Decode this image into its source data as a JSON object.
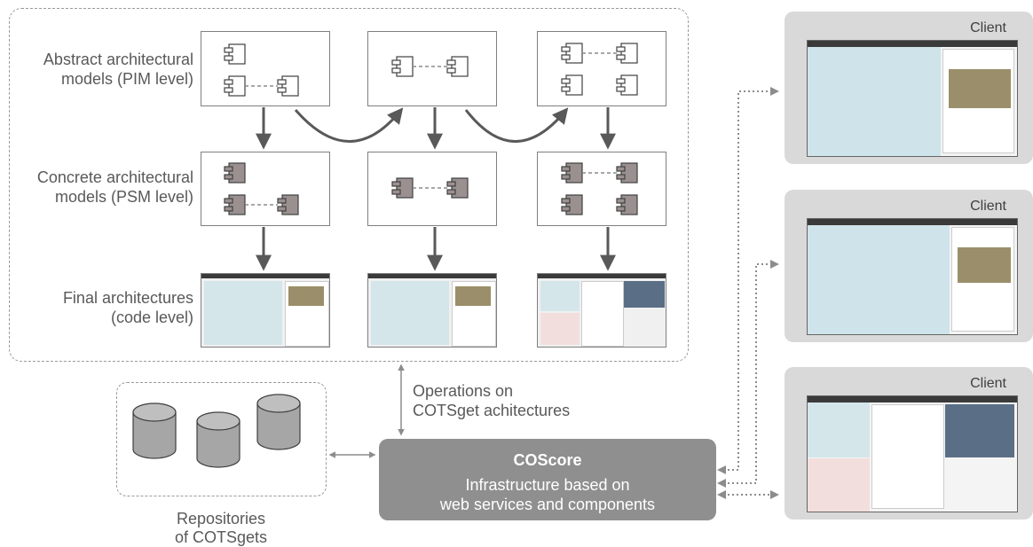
{
  "rows": {
    "abstract": [
      "Abstract architectural",
      "models (PIM level)"
    ],
    "concrete": [
      "Concrete architectural",
      "models (PSM level)"
    ],
    "final": [
      "Final architectures",
      "(code level)"
    ]
  },
  "operations": [
    "Operations on",
    "COTSget achitectures"
  ],
  "coscore": {
    "title": "COScore",
    "line1": "Infrastructure based on",
    "line2": "web services and components"
  },
  "repositories": [
    "Repositories",
    "of COTSgets"
  ],
  "clients": [
    {
      "label": "Client"
    },
    {
      "label": "Client"
    },
    {
      "label": "Client"
    }
  ],
  "colors": {
    "component_fill_concrete": "#9b9090",
    "coscore_fill": "#8f8f8f",
    "client_fill": "#d9d9d9",
    "arrow": "#595959",
    "map_route": "#3a9a3a"
  }
}
